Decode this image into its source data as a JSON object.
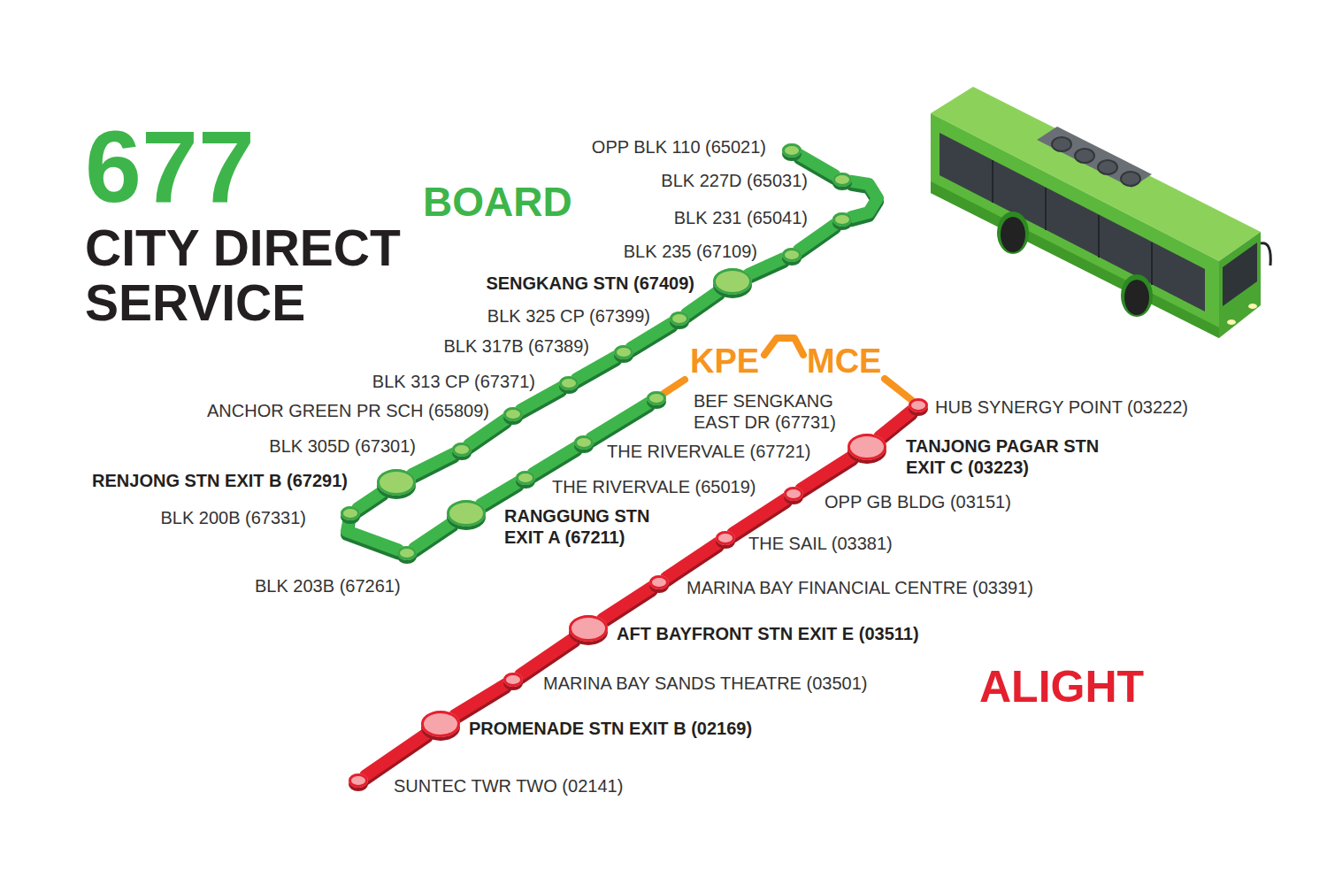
{
  "diagram": {
    "title": "677",
    "nodes": [
      {
        "text": [
          "OPP BLK 110 (65021)"
        ]
      },
      {
        "text": [
          "BLK 227D (65031)"
        ]
      },
      {
        "text": [
          "BLK 231 (65041)"
        ]
      },
      {
        "text": [
          "BLK 235 (67109)"
        ]
      },
      {
        "text": [
          "SENGKANG STN (67409)"
        ]
      },
      {
        "text": [
          "BLK 325 CP (67399)"
        ]
      },
      {
        "text": [
          "BLK 317B (67389)"
        ]
      },
      {
        "text": [
          "BLK 313 CP (67371)"
        ]
      },
      {
        "text": [
          "ANCHOR GREEN PR SCH (65809)"
        ]
      },
      {
        "text": [
          "BLK 305D (67301)"
        ]
      },
      {
        "text": [
          "RENJONG STN EXIT B (67291)"
        ]
      },
      {
        "text": [
          "BLK 200B (67331)"
        ]
      },
      {
        "text": [
          "BLK 203B (67261)"
        ]
      },
      {
        "text": [
          "RANGGUNG STN EXIT A (67211)"
        ]
      },
      {
        "text": [
          "THE RIVERVALE (65019)"
        ]
      },
      {
        "text": [
          "THE RIVERVALE (67721)"
        ]
      },
      {
        "text": [
          "BEF SENGKANG EAST DR (67731)"
        ]
      },
      {
        "text": [
          "HUB SYNERGY POINT (03222)"
        ]
      },
      {
        "text": [
          "TANJONG PAGAR STN EXIT C (03223)"
        ]
      },
      {
        "text": [
          "OPP GB BLDG (03151)"
        ]
      },
      {
        "text": [
          "THE SAIL (03381)"
        ]
      },
      {
        "text": [
          "MARINA BAY FINANCIAL CENTRE (03391)"
        ]
      },
      {
        "text": [
          "AFT BAYFRONT STN EXIT E (03511)"
        ]
      },
      {
        "text": [
          "MARINA BAY SANDS THEATRE (03501)"
        ]
      },
      {
        "text": [
          "PROMENADE STN EXIT B (02169)"
        ]
      },
      {
        "text": [
          "SUNTEC TWR TWO (02141)"
        ]
      }
    ],
    "edges": [
      {
        "from": 0,
        "to": 1,
        "arrow": "none"
      },
      {
        "from": 1,
        "to": 2,
        "arrow": "none"
      },
      {
        "from": 2,
        "to": 3,
        "arrow": "none"
      },
      {
        "from": 3,
        "to": 4,
        "arrow": "none"
      },
      {
        "from": 4,
        "to": 5,
        "arrow": "none"
      },
      {
        "from": 5,
        "to": 6,
        "arrow": "none"
      },
      {
        "from": 6,
        "to": 7,
        "arrow": "none"
      },
      {
        "from": 7,
        "to": 8,
        "arrow": "none"
      },
      {
        "from": 8,
        "to": 9,
        "arrow": "none"
      },
      {
        "from": 9,
        "to": 10,
        "arrow": "none"
      },
      {
        "from": 10,
        "to": 11,
        "arrow": "none"
      },
      {
        "from": 11,
        "to": 12,
        "arrow": "none"
      },
      {
        "from": 12,
        "to": 13,
        "arrow": "none"
      },
      {
        "from": 13,
        "to": 14,
        "arrow": "none"
      },
      {
        "from": 14,
        "to": 15,
        "arrow": "none"
      },
      {
        "from": 15,
        "to": 16,
        "arrow": "none"
      },
      {
        "from": 16,
        "to": 17,
        "arrow": "none"
      },
      {
        "from": 17,
        "to": 18,
        "arrow": "none"
      },
      {
        "from": 18,
        "to": 19,
        "arrow": "none"
      },
      {
        "from": 19,
        "to": 20,
        "arrow": "none"
      },
      {
        "from": 20,
        "to": 21,
        "arrow": "none"
      },
      {
        "from": 21,
        "to": 22,
        "arrow": "none"
      },
      {
        "from": 22,
        "to": 23,
        "arrow": "none"
      },
      {
        "from": 23,
        "to": 24,
        "arrow": "none"
      },
      {
        "from": 24,
        "to": 25,
        "arrow": "none"
      }
    ],
    "labels": [
      "CITY DIRECT SERVICE",
      "BOARD",
      "KPE",
      "MCE",
      "ALIGHT"
    ]
  }
}
